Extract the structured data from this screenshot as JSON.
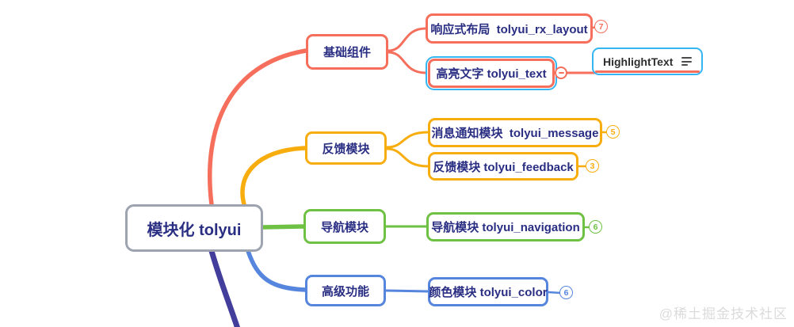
{
  "colors": {
    "red": "#F66E5C",
    "yellow": "#F8AD0E",
    "green": "#6EC143",
    "blue": "#5585DD",
    "purple": "#433D9C",
    "navy": "#2A2E83",
    "grayborder": "#9DA4B0",
    "cyan": "#35B6F2",
    "watermark": "#DBDBDB"
  },
  "root": {
    "label": "模块化 tolyui"
  },
  "branches": [
    {
      "label": "基础组件",
      "color": "#F66E5C",
      "children": [
        {
          "label": "响应式布局  tolyui_rx_layout",
          "badge": "7"
        },
        {
          "label": "高亮文字 tolyui_text",
          "selected": true,
          "collapse": "minus",
          "linked": {
            "label": "HighlightText",
            "icon": "notes-icon"
          }
        }
      ]
    },
    {
      "label": "反馈模块",
      "color": "#F8AD0E",
      "children": [
        {
          "label": "消息通知模块  tolyui_message",
          "badge": "5"
        },
        {
          "label": "反馈模块 tolyui_feedback",
          "badge": "3"
        }
      ]
    },
    {
      "label": "导航模块",
      "color": "#6EC143",
      "children": [
        {
          "label": "导航模块 tolyui_navigation",
          "badge": "6"
        }
      ]
    },
    {
      "label": "高级功能",
      "color": "#5585DD",
      "children": [
        {
          "label": "颜色模块 tolyui_color",
          "badge": "6"
        }
      ]
    }
  ],
  "watermark": "@稀土掘金技术社区"
}
